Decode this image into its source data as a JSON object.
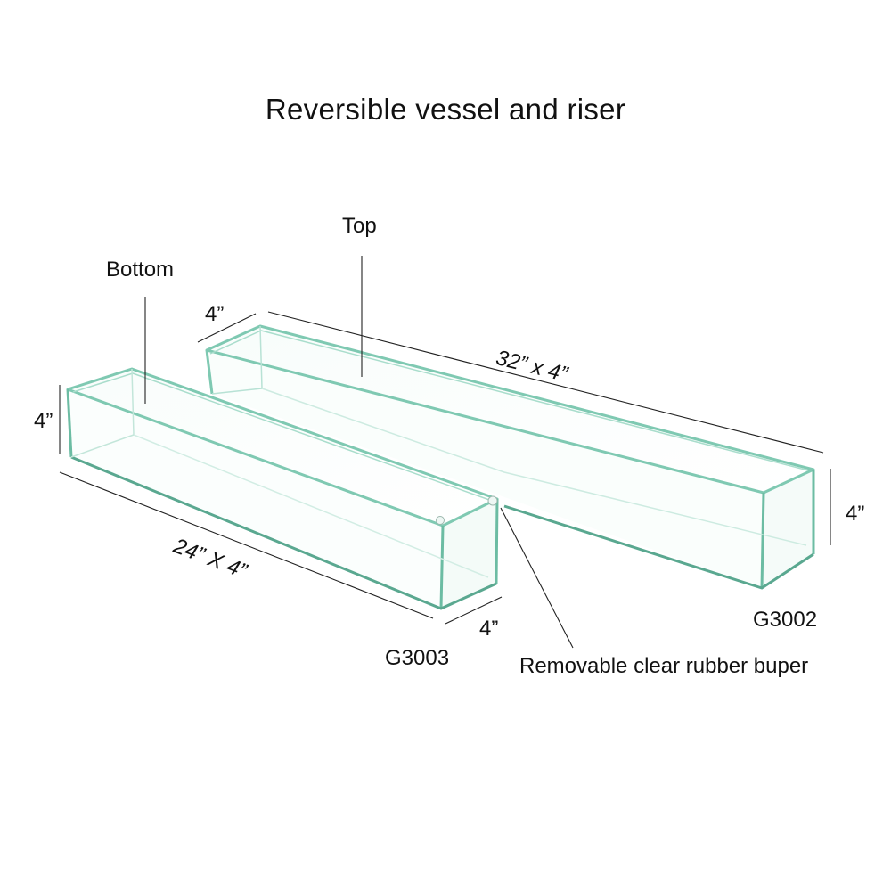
{
  "title": "Reversible vessel and riser",
  "labels": {
    "top": "Top",
    "bottom": "Bottom",
    "bumper": "Removable clear rubber buper"
  },
  "products": {
    "top_vessel": {
      "sku": "G3002",
      "length_dim": "32” x 4”",
      "width_dim": "4”",
      "height_dim": "4”"
    },
    "bottom_vessel": {
      "sku": "G3003",
      "length_dim": "24” X 4”",
      "width_dim": "4”",
      "height_dim": "4”"
    }
  },
  "colors": {
    "glass_edge": "#7fc9b2",
    "glass_edge_dark": "#5aa890",
    "line": "#222222"
  }
}
